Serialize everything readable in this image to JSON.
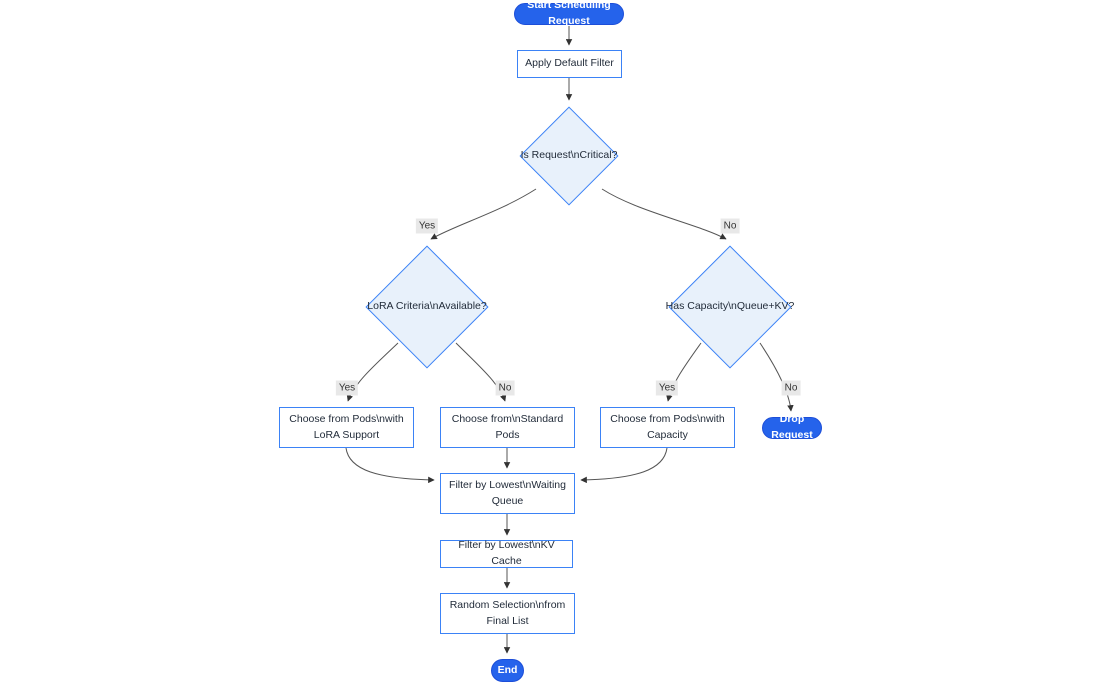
{
  "diagram": {
    "type": "flowchart",
    "direction": "top-down",
    "nodes": {
      "start": {
        "label": "Start Scheduling Request",
        "shape": "stadium"
      },
      "apply_filter": {
        "label": "Apply Default Filter",
        "shape": "rect"
      },
      "is_critical": {
        "label": "Is Request\\nCritical?",
        "shape": "decision"
      },
      "lora_available": {
        "label": "LoRA Criteria\\nAvailable?",
        "shape": "decision"
      },
      "has_capacity": {
        "label": "Has Capacity\\nQueue+KV?",
        "shape": "decision"
      },
      "choose_lora": {
        "label": "Choose from Pods\\nwith LoRA Support",
        "shape": "rect"
      },
      "choose_standard": {
        "label": "Choose from\\nStandard Pods",
        "shape": "rect"
      },
      "choose_capacity": {
        "label": "Choose from Pods\\nwith Capacity",
        "shape": "rect"
      },
      "drop_request": {
        "label": "Drop Request",
        "shape": "stadium"
      },
      "filter_queue": {
        "label": "Filter by Lowest\\nWaiting Queue",
        "shape": "rect"
      },
      "filter_kv": {
        "label": "Filter by Lowest\\nKV Cache",
        "shape": "rect"
      },
      "random_selection": {
        "label": "Random Selection\\nfrom Final List",
        "shape": "rect"
      },
      "end": {
        "label": "End",
        "shape": "stadium"
      }
    },
    "edges": [
      {
        "from": "start",
        "to": "apply_filter",
        "label": ""
      },
      {
        "from": "apply_filter",
        "to": "is_critical",
        "label": ""
      },
      {
        "from": "is_critical",
        "to": "lora_available",
        "label": "Yes"
      },
      {
        "from": "is_critical",
        "to": "has_capacity",
        "label": "No"
      },
      {
        "from": "lora_available",
        "to": "choose_lora",
        "label": "Yes"
      },
      {
        "from": "lora_available",
        "to": "choose_standard",
        "label": "No"
      },
      {
        "from": "has_capacity",
        "to": "choose_capacity",
        "label": "Yes"
      },
      {
        "from": "has_capacity",
        "to": "drop_request",
        "label": "No"
      },
      {
        "from": "choose_lora",
        "to": "filter_queue",
        "label": ""
      },
      {
        "from": "choose_standard",
        "to": "filter_queue",
        "label": ""
      },
      {
        "from": "choose_capacity",
        "to": "filter_queue",
        "label": ""
      },
      {
        "from": "filter_queue",
        "to": "filter_kv",
        "label": ""
      },
      {
        "from": "filter_kv",
        "to": "random_selection",
        "label": ""
      },
      {
        "from": "random_selection",
        "to": "end",
        "label": ""
      }
    ]
  },
  "colors": {
    "accent": "#2563eb",
    "node_border": "#3b82f6",
    "decision_fill": "#e8f1fb",
    "edge": "#555555",
    "arrow": "#333333",
    "label_bg": "#e8e8e8",
    "text": "#1f2937"
  }
}
